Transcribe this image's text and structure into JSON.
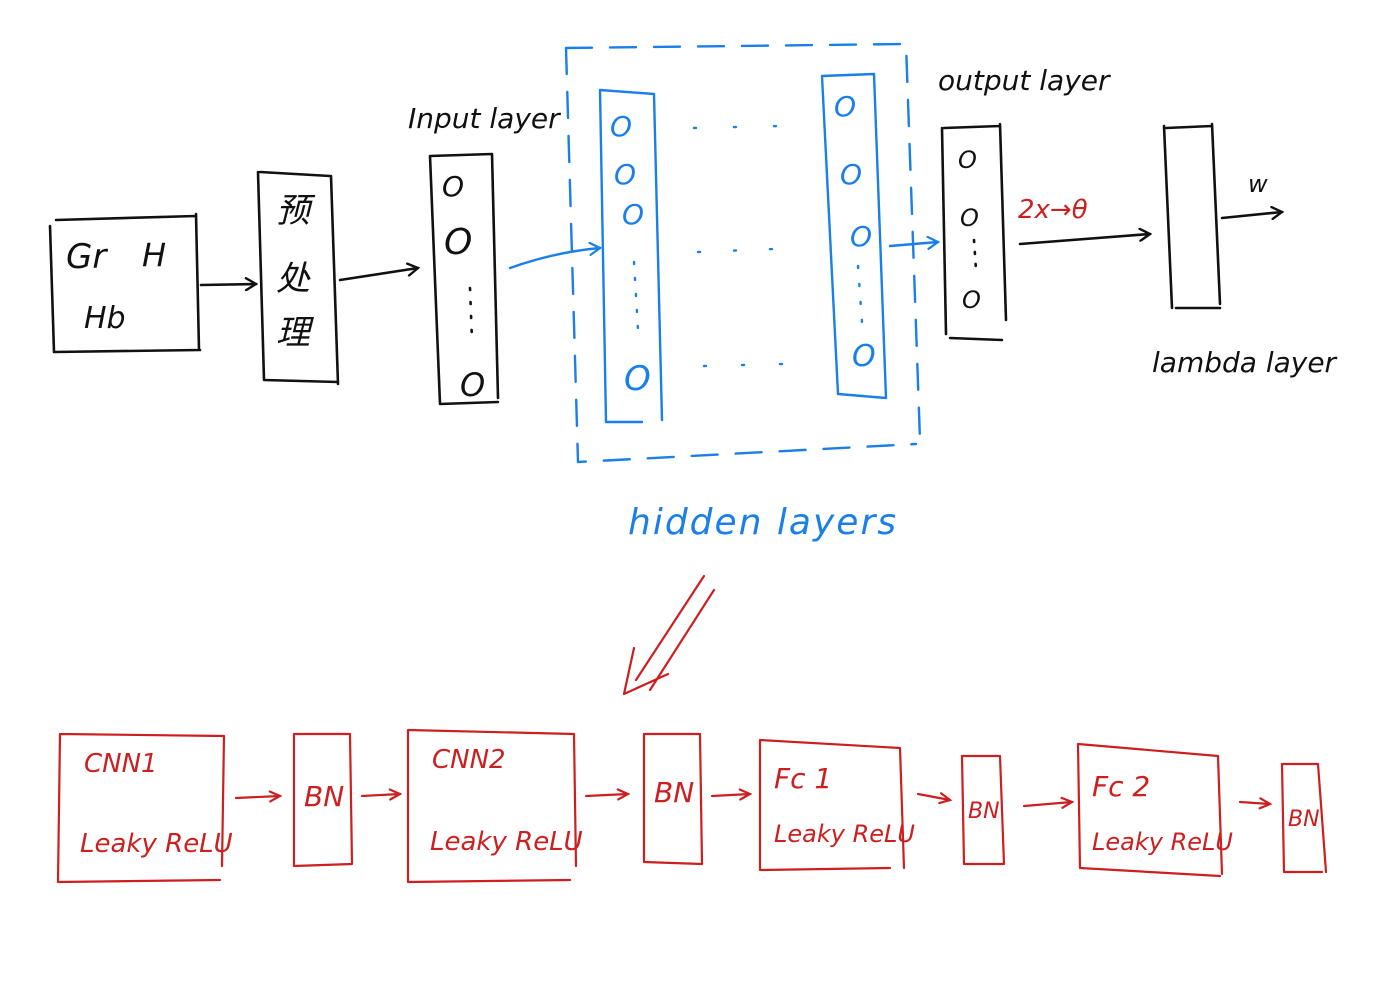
{
  "colors": {
    "black": "#111111",
    "blue": "#1a7fe8",
    "red": "#cc1f1f"
  },
  "input_box": {
    "line1_a": "Gr",
    "line1_b": "H",
    "line2": "Hb"
  },
  "preprocess": {
    "chars": [
      "预",
      "处",
      "理"
    ]
  },
  "labels": {
    "input_layer": "Input layer",
    "output_layer": "output layer",
    "lambda_layer": "lambda layer",
    "hidden_layers": "hidden layers",
    "conversion": "2x→θ",
    "final_output": "w"
  },
  "node_symbol": "O",
  "pipeline": [
    {
      "title": "CNN1",
      "act": "Leaky ReLU"
    },
    {
      "title": "BN"
    },
    {
      "title": "CNN2",
      "act": "Leaky ReLU"
    },
    {
      "title": "BN"
    },
    {
      "title": "Fc 1",
      "act": "Leaky ReLU"
    },
    {
      "title": "BN"
    },
    {
      "title": "Fc 2",
      "act": "Leaky ReLU"
    },
    {
      "title": "BN"
    }
  ]
}
